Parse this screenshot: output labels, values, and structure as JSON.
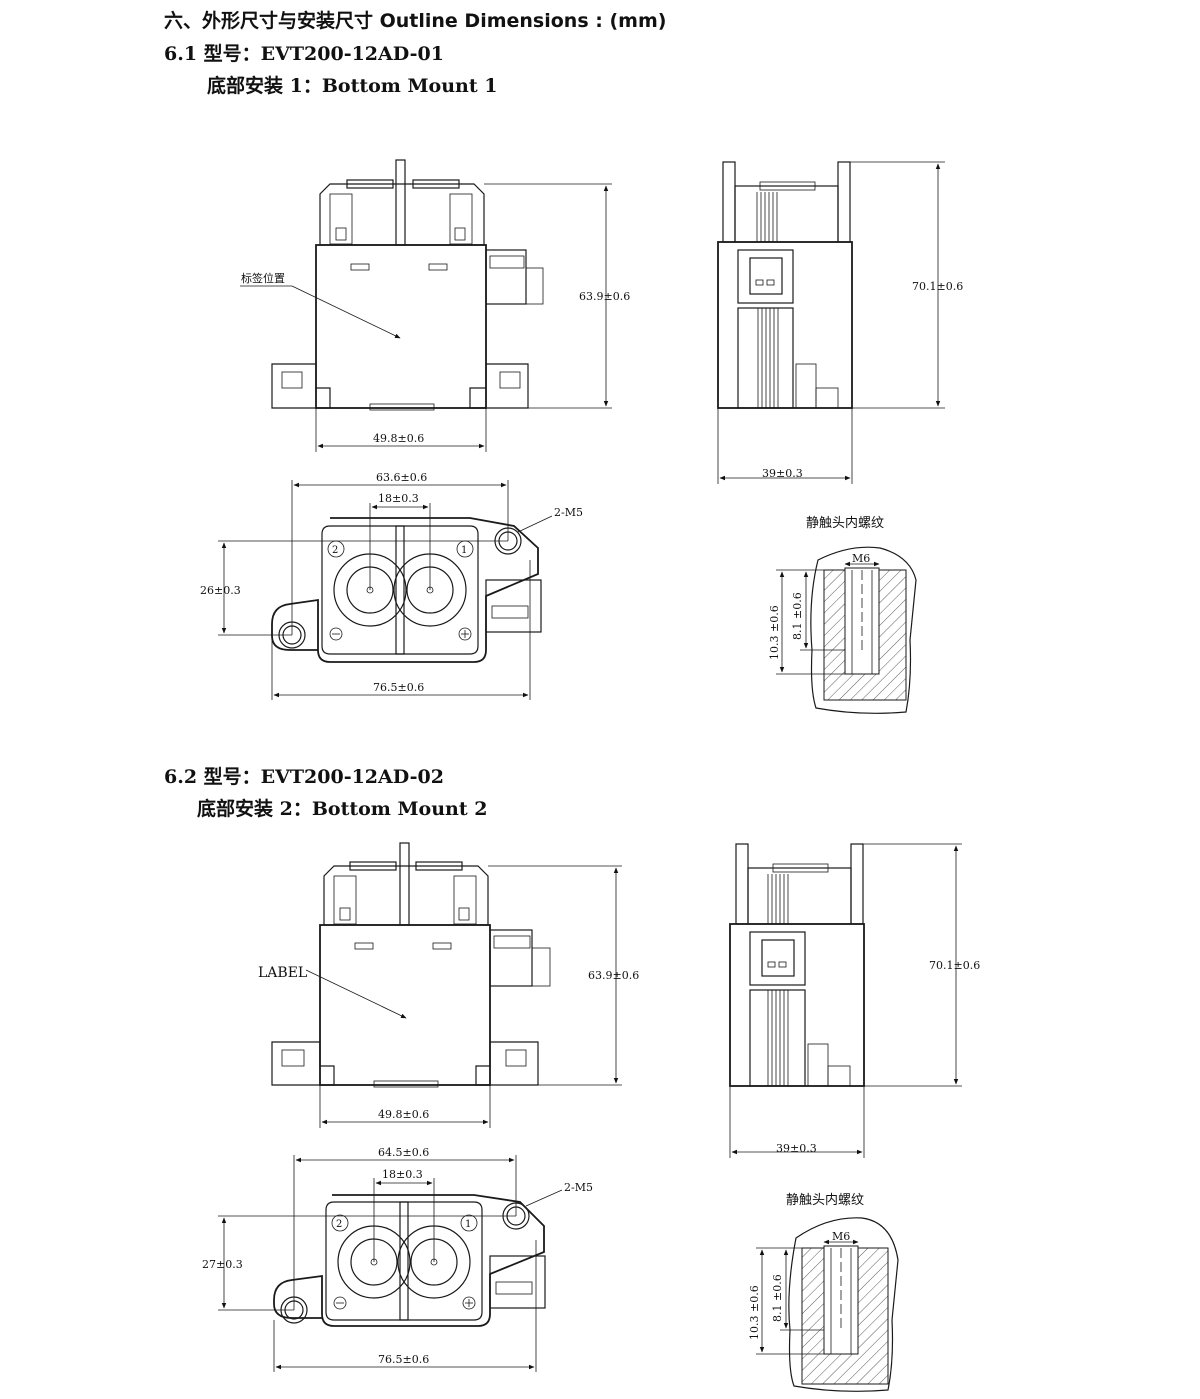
{
  "section_title": "六、外形尺寸与安装尺寸 Outline Dimensions : (mm)",
  "s1": {
    "model_line": "6.1  型号：EVT200-12AD-01",
    "mount_line": "底部安装 1：Bottom Mount 1",
    "label_text": "标签位置",
    "dim_height": "63.9±0.6",
    "dim_width": "49.8±0.6",
    "dim_side_height": "70.1±0.6",
    "dim_side_width": "39±0.3",
    "dim_top_overall": "63.6±0.6",
    "dim_terminal_pitch": "18±0.3",
    "dim_hole_offset": "26±0.3",
    "dim_mount_width": "76.5±0.6",
    "hole_callout": "2-M5",
    "thread_title": "静触头内螺纹",
    "thread_size": "M6",
    "thread_depth_outer": "10.3 ±0.6",
    "thread_depth_inner": "8.1 ±0.6",
    "terminal_1": "1",
    "terminal_2": "2"
  },
  "s2": {
    "model_line": "6.2  型号：EVT200-12AD-02",
    "mount_line": "底部安装 2：Bottom Mount 2",
    "label_text": "LABEL",
    "dim_height": "63.9±0.6",
    "dim_width": "49.8±0.6",
    "dim_side_height": "70.1±0.6",
    "dim_side_width": "39±0.3",
    "dim_top_overall": "64.5±0.6",
    "dim_terminal_pitch": "18±0.3",
    "dim_hole_offset": "27±0.3",
    "dim_mount_width": "76.5±0.6",
    "hole_callout": "2-M5",
    "thread_title": "静触头内螺纹",
    "thread_size": "M6",
    "thread_depth_outer": "10.3 ±0.6",
    "thread_depth_inner": "8.1 ±0.6",
    "terminal_1": "1",
    "terminal_2": "2"
  }
}
